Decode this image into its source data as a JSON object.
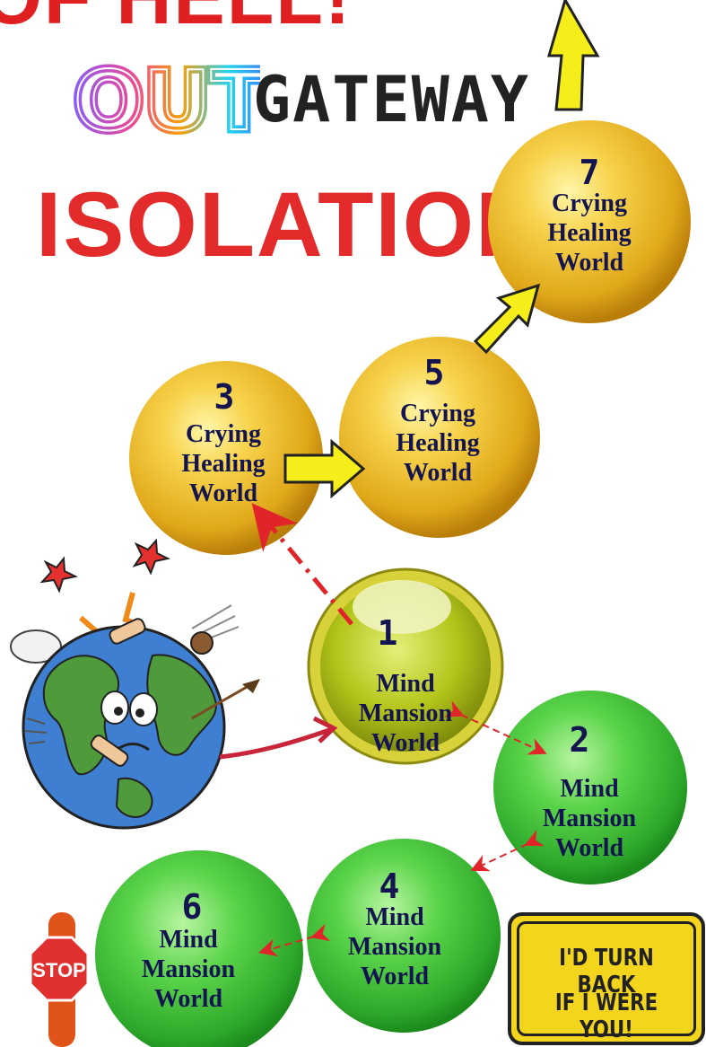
{
  "title_partial": "OF HELL!",
  "logo": {
    "out": "OUT",
    "gateway": "GATEWAY"
  },
  "heading": "ISOLATION",
  "worlds": [
    {
      "number": "1",
      "line1": "Mind",
      "line2": "Mansion",
      "line3": "World"
    },
    {
      "number": "2",
      "line1": "Mind",
      "line2": "Mansion",
      "line3": "World"
    },
    {
      "number": "3",
      "line1": "Crying",
      "line2": "Healing",
      "line3": "World"
    },
    {
      "number": "4",
      "line1": "Mind",
      "line2": "Mansion",
      "line3": "World"
    },
    {
      "number": "5",
      "line1": "Crying",
      "line2": "Healing",
      "line3": "World"
    },
    {
      "number": "6",
      "line1": "Mind",
      "line2": "Mansion",
      "line3": "World"
    },
    {
      "number": "7",
      "line1": "Crying",
      "line2": "Healing",
      "line3": "World"
    }
  ],
  "stop_sign": "STOP",
  "warning_sign": {
    "line1": "I'D TURN BACK",
    "line2": "IF I WERE YOU!"
  },
  "colors": {
    "gold": "#e8b520",
    "green": "#3fc23f",
    "green_yellow": "#b7c419",
    "red": "#e32b2b",
    "arrow_yellow": "#f5ee1a",
    "sign_yellow": "#f3d51e"
  }
}
